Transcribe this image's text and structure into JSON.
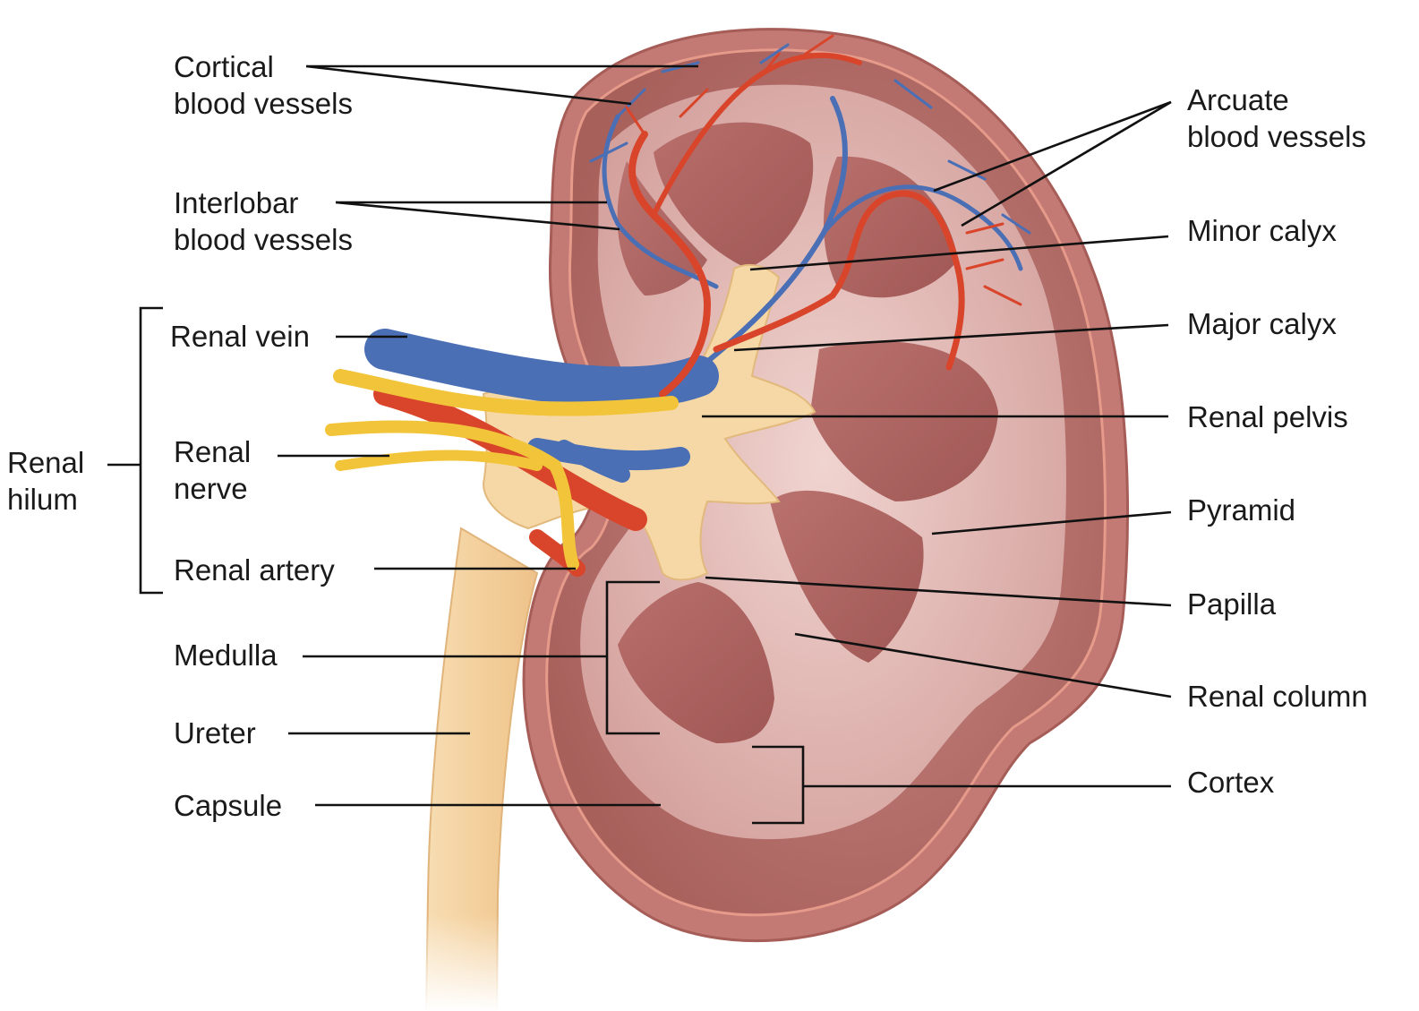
{
  "labels": {
    "cortical_blood_vessels": [
      "Cortical",
      "blood vessels"
    ],
    "interlobar_blood_vessels": [
      "Interlobar",
      "blood vessels"
    ],
    "renal_vein": "Renal vein",
    "renal_hilum": [
      "Renal",
      "hilum"
    ],
    "renal_nerve": [
      "Renal",
      "nerve"
    ],
    "renal_artery": "Renal artery",
    "medulla": "Medulla",
    "ureter": "Ureter",
    "capsule": "Capsule",
    "arcuate_blood_vessels": [
      "Arcuate",
      "blood vessels"
    ],
    "minor_calyx": "Minor calyx",
    "major_calyx": "Major calyx",
    "renal_pelvis": "Renal pelvis",
    "pyramid": "Pyramid",
    "papilla": "Papilla",
    "renal_column": "Renal column",
    "cortex": "Cortex"
  },
  "colors": {
    "capsule_outer": "#c77a70",
    "cortex": "#b46a64",
    "medulla_light": "#d9a3a0",
    "pyramid": "#a85a58",
    "pelvis": "#f6d8a6",
    "artery": "#d9452b",
    "vein": "#4a6fb5",
    "nerve": "#f2c43a",
    "ureter": "#f3d3a3"
  }
}
